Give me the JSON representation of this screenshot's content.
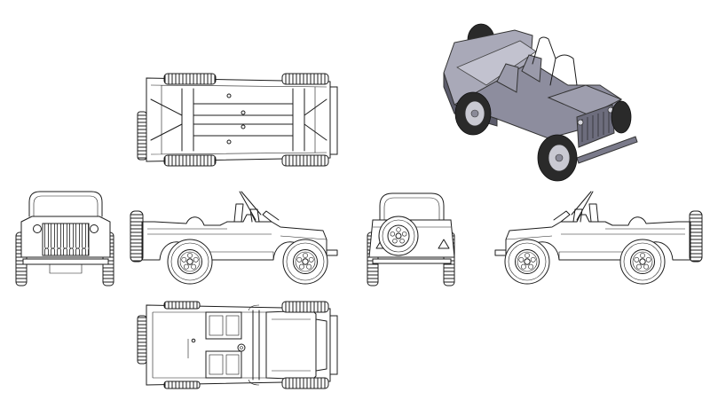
{
  "drawing": {
    "views": [
      {
        "id": "top-view",
        "kind": "orthographic"
      },
      {
        "id": "isometric-view",
        "kind": "shaded"
      },
      {
        "id": "front-view",
        "kind": "orthographic"
      },
      {
        "id": "left-side-view",
        "kind": "orthographic"
      },
      {
        "id": "rear-view",
        "kind": "orthographic"
      },
      {
        "id": "right-side-view",
        "kind": "orthographic"
      },
      {
        "id": "bottom-view",
        "kind": "orthographic"
      }
    ],
    "colors": {
      "line": "#1c1c1c",
      "shade_light": "#a9a9b8",
      "shade_mid": "#8d8d9e",
      "shade_dark": "#5c5c6b",
      "tire": "#2a2a2a"
    }
  }
}
